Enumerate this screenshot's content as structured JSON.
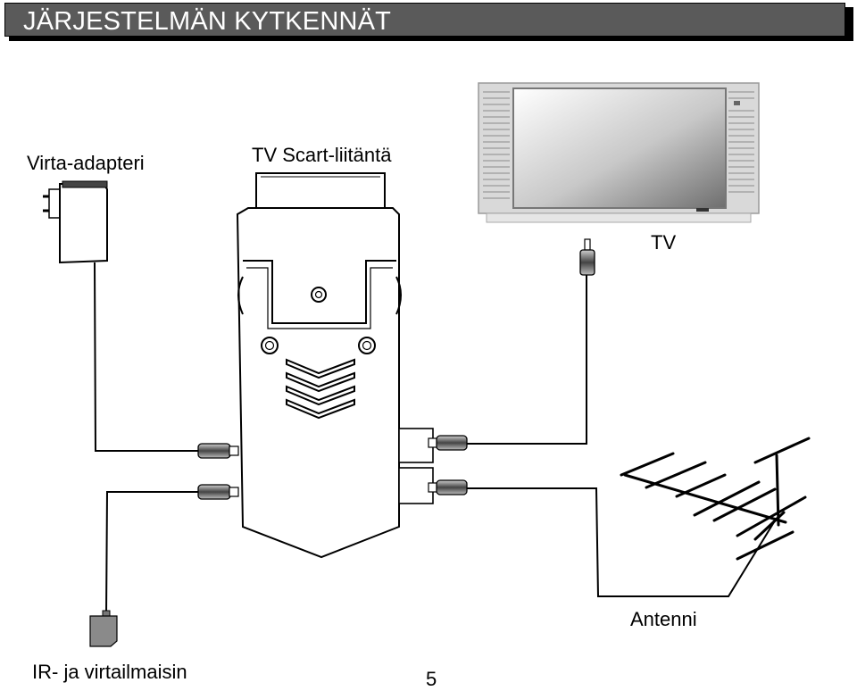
{
  "header": {
    "title": "JÄRJESTELMÄN KYTKENNÄT"
  },
  "labels": {
    "power_adapter": "Virta-adapteri",
    "tv_scart": "TV Scart-liitäntä",
    "tv": "TV",
    "antenna": "Antenni",
    "ir_sensor": "IR- ja virtailmaisin"
  },
  "page_number": "5",
  "colors": {
    "header_bg": "#5a5a5a",
    "header_text": "#ffffff",
    "line": "#000000"
  }
}
